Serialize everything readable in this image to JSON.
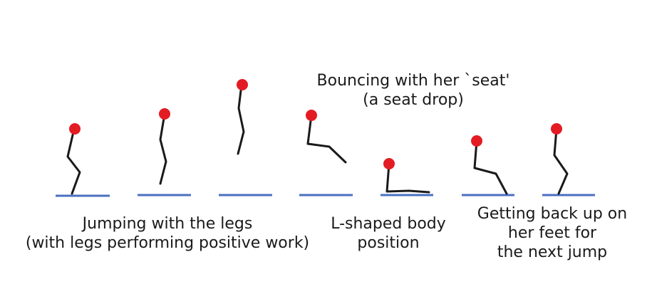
{
  "colors": {
    "head": "#e31b23",
    "ground": "#4a6fc1",
    "body": "#1a1a1a"
  },
  "captions": {
    "bounce": {
      "line1": "Bouncing with her `seat'",
      "line2": "(a seat drop)"
    },
    "jump": {
      "line1": "Jumping with the legs",
      "line2": "(with legs performing positive work)"
    },
    "lshape": {
      "line1": "L-shaped body",
      "line2": "position"
    },
    "getup": {
      "line1": "Getting back up on",
      "line2": "her feet for",
      "line3": "the next jump"
    }
  }
}
